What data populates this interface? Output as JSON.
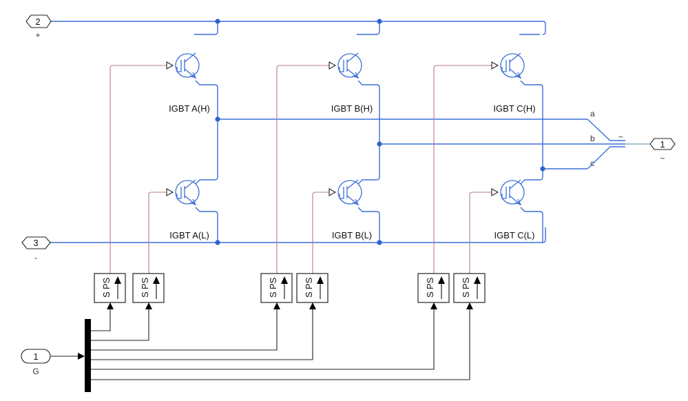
{
  "diagram": {
    "type": "simulink-three-phase-igbt-inverter",
    "ports": {
      "plus": {
        "number": "2",
        "label": "+"
      },
      "minus": {
        "number": "3",
        "label": "-"
      },
      "ac": {
        "number": "1",
        "label": "~"
      },
      "gate": {
        "number": "1",
        "label": "G"
      }
    },
    "igbts": [
      {
        "id": "AH",
        "label": "IGBT A(H)"
      },
      {
        "id": "BH",
        "label": "IGBT B(H)"
      },
      {
        "id": "CH",
        "label": "IGBT C(H)"
      },
      {
        "id": "AL",
        "label": "IGBT A(L)"
      },
      {
        "id": "BL",
        "label": "IGBT B(L)"
      },
      {
        "id": "CL",
        "label": "IGBT C(L)"
      }
    ],
    "converter_label_s": "S",
    "converter_label_ps": "PS",
    "converter_count": 6,
    "phase_labels": [
      "a",
      "b",
      "c"
    ],
    "connector_symbol": "~",
    "colors": {
      "physical_wire": "#3b6fd6",
      "ps_signal": "#b97c80",
      "simulink_signal": "#222222",
      "junction": "#2d62d0"
    }
  }
}
